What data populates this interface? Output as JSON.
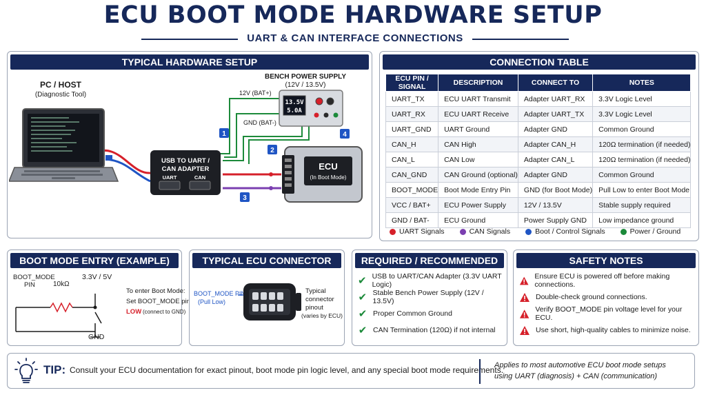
{
  "header": {
    "title": "ECU BOOT MODE HARDWARE SETUP",
    "subtitle": "UART & CAN INTERFACE CONNECTIONS"
  },
  "setup": {
    "title": "TYPICAL HARDWARE SETUP",
    "pc_title": "PC / HOST",
    "pc_sub": "(Diagnostic Tool)",
    "psu_title": "BENCH POWER SUPPLY",
    "psu_sub": "(12V / 13.5V)",
    "psu_v": "13.5V",
    "psu_a": "5.0A",
    "wire_bat_plus": "12V (BAT+)",
    "wire_gnd": "GND (BAT-)",
    "adapter_line1": "USB TO UART /",
    "adapter_line2": "CAN ADAPTER",
    "port_uart": "UART",
    "port_can": "CAN",
    "ecu_title": "ECU",
    "ecu_sub": "(In Boot Mode)",
    "badges": [
      "1",
      "2",
      "3",
      "4"
    ]
  },
  "connection_table": {
    "title": "CONNECTION TABLE",
    "headers": [
      "ECU PIN / SIGNAL",
      "DESCRIPTION",
      "CONNECT TO",
      "NOTES"
    ],
    "rows": [
      [
        "UART_TX",
        "ECU UART Transmit",
        "Adapter UART_RX",
        "3.3V Logic Level"
      ],
      [
        "UART_RX",
        "ECU UART Receive",
        "Adapter UART_TX",
        "3.3V Logic Level"
      ],
      [
        "UART_GND",
        "UART Ground",
        "Adapter GND",
        "Common Ground"
      ],
      [
        "CAN_H",
        "CAN High",
        "Adapter CAN_H",
        "120Ω termination (if needed)"
      ],
      [
        "CAN_L",
        "CAN Low",
        "Adapter CAN_L",
        "120Ω termination (if needed)"
      ],
      [
        "CAN_GND",
        "CAN Ground (optional)",
        "Adapter GND",
        "Common Ground"
      ],
      [
        "BOOT_MODE",
        "Boot Mode Entry Pin",
        "GND (for Boot Mode)",
        "Pull Low to enter Boot Mode"
      ],
      [
        "VCC / BAT+",
        "ECU Power Supply",
        "12V / 13.5V",
        "Stable supply required"
      ],
      [
        "GND / BAT-",
        "ECU Ground",
        "Power Supply GND",
        "Low impedance ground"
      ]
    ],
    "legend": [
      {
        "label": "UART Signals",
        "color": "#d6202a"
      },
      {
        "label": "CAN Signals",
        "color": "#7b3fb0"
      },
      {
        "label": "Boot / Control Signals",
        "color": "#1f55c4"
      },
      {
        "label": "Power / Ground",
        "color": "#1c8a3a"
      }
    ]
  },
  "boot_entry": {
    "title": "BOOT MODE ENTRY (EXAMPLE)",
    "pin_label_1": "BOOT_MODE",
    "pin_label_2": "PIN",
    "resistor": "10kΩ",
    "supply": "3.3V / 5V",
    "gnd": "GND",
    "instr_1": "To enter Boot Mode:",
    "instr_2": "Set BOOT_MODE pin",
    "instr_low": "LOW",
    "instr_3": "(connect to GND)"
  },
  "connector_view": {
    "title": "TYPICAL ECU CONNECTOR VIEW",
    "pin_label_1": "BOOT_MODE PIN",
    "pin_label_2": "(Pull Low)",
    "note_1": "Typical",
    "note_2": "connector",
    "note_3": "pinout",
    "note_4": "(varies by ECU)"
  },
  "required": {
    "title": "REQUIRED / RECOMMENDED",
    "items": [
      "USB to UART/CAN Adapter (3.3V UART Logic)",
      "Stable Bench Power Supply (12V / 13.5V)",
      "Proper Common Ground",
      "CAN Termination (120Ω) if not internal"
    ]
  },
  "safety": {
    "title": "SAFETY NOTES",
    "items": [
      "Ensure ECU is powered off before making connections.",
      "Double-check ground connections.",
      "Verify BOOT_MODE pin voltage level for your ECU.",
      "Use short, high-quality cables to minimize noise."
    ]
  },
  "tip": {
    "label": "TIP:",
    "text": "Consult your ECU documentation for exact pinout, boot mode pin logic level, and any special boot mode requirements.",
    "note_1": "Applies to most automotive ECU boot mode setups",
    "note_2": "using UART (diagnosis) + CAN (communication)"
  },
  "colors": {
    "navy": "#16285a",
    "uart": "#d6202a",
    "can": "#7b3fb0",
    "boot": "#1f55c4",
    "power": "#1c8a3a"
  }
}
